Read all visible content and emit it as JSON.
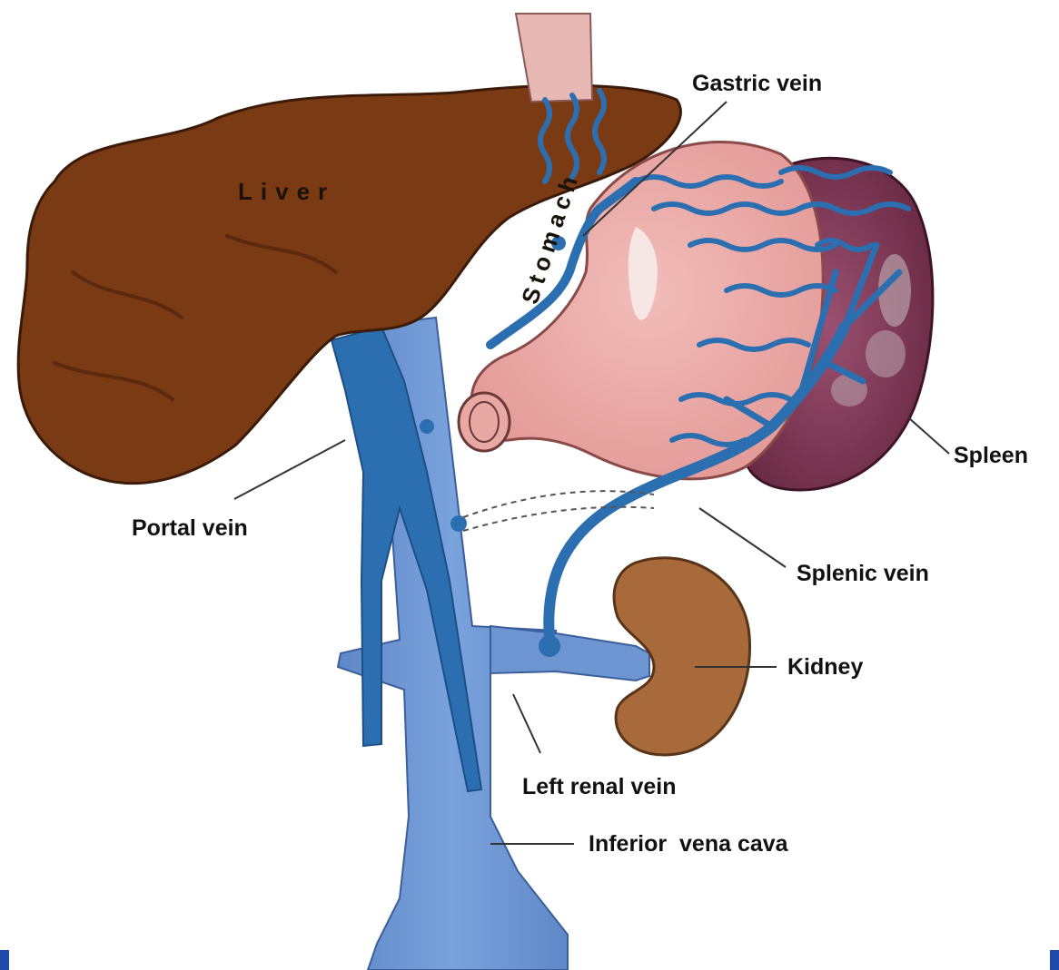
{
  "organ_labels": {
    "liver": "Liver",
    "stomach": "Stomach"
  },
  "labels": {
    "gastric_vein": "Gastric vein",
    "spleen": "Spleen",
    "portal_vein": "Portal vein",
    "splenic_vein": "Splenic vein",
    "kidney": "Kidney",
    "left_renal_vein": "Left renal vein",
    "inferior_vena_cava": "Inferior  vena cava"
  },
  "colors": {
    "liver": "#7a3a14",
    "stomach": "#eaa8a6",
    "spleen": "#7a3450",
    "kidney": "#a86a3a",
    "vein_dark": "#2b6fb0",
    "vena_cava": "#6c95d2",
    "esophagus": "#e8b8b4",
    "corner_marks": "#1f49a8"
  }
}
